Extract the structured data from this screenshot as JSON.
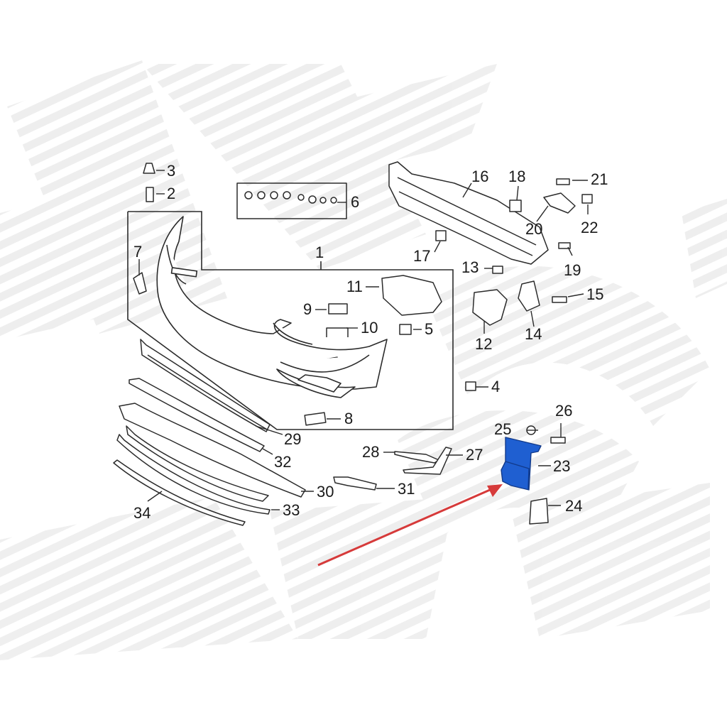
{
  "labels": {
    "p1": "1",
    "p2": "2",
    "p3": "3",
    "p4": "4",
    "p5": "5",
    "p6": "6",
    "p7": "7",
    "p8": "8",
    "p9": "9",
    "p10": "10",
    "p11": "11",
    "p12": "12",
    "p13": "13",
    "p14": "14",
    "p15": "15",
    "p16": "16",
    "p17": "17",
    "p18": "18",
    "p19": "19",
    "p20": "20",
    "p21": "21",
    "p22": "22",
    "p23": "23",
    "p24": "24",
    "p25": "25",
    "p26": "26",
    "p27": "27",
    "p28": "28",
    "p29": "29",
    "p30": "30",
    "p31": "31",
    "p32": "32",
    "p33": "33",
    "p34": "34"
  },
  "colors": {
    "line": "#2b2b2b",
    "highlight": "#1f5fd1",
    "pointer_arrow": "#d63a3a",
    "watermark": "#eeeeee"
  },
  "highlighted_part": "23",
  "icons": [
    "watermark-logo",
    "pointer-arrow"
  ]
}
